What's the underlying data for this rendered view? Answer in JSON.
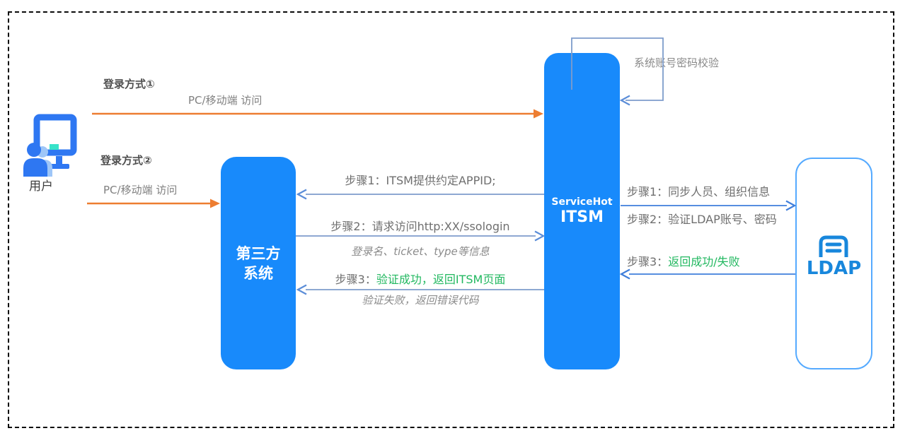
{
  "user": {
    "label": "用户"
  },
  "login_method_1": {
    "title": "登录方式①",
    "subtitle": "PC/移动端 访问"
  },
  "login_method_2": {
    "title": "登录方式②",
    "subtitle": "PC/移动端 访问"
  },
  "third_party_box": {
    "line1": "第三方",
    "line2": "系统"
  },
  "itsm_box": {
    "line1": "ServiceHot",
    "line2": "ITSM"
  },
  "ldap_box": {
    "label": "LDAP"
  },
  "self_check": {
    "label": "系统账号密码校验"
  },
  "sso_flow": {
    "step1": "步骤1：ITSM提供约定APPID;",
    "step2": "步骤2：请求访问http:XX/ssologin",
    "step2_note": "登录名、ticket、type等信息",
    "step3_prefix": "步骤3：",
    "step3_result": "验证成功，返回ITSM页面",
    "step3_note": "验证失败，返回错误代码"
  },
  "ldap_flow": {
    "step1": "步骤1：同步人员、组织信息",
    "step2": "步骤2：验证LDAP账号、密码",
    "step3_prefix": "步骤3：",
    "step3_result": "返回成功/失败"
  },
  "colors": {
    "box_blue": "#188AFB",
    "orange": "#ED7D31",
    "green": "#22B860",
    "arrow_blue_muted": "#7E9CCB",
    "arrow_blue_bright": "#3F7EDB",
    "ldap_blue": "#1887DC"
  }
}
